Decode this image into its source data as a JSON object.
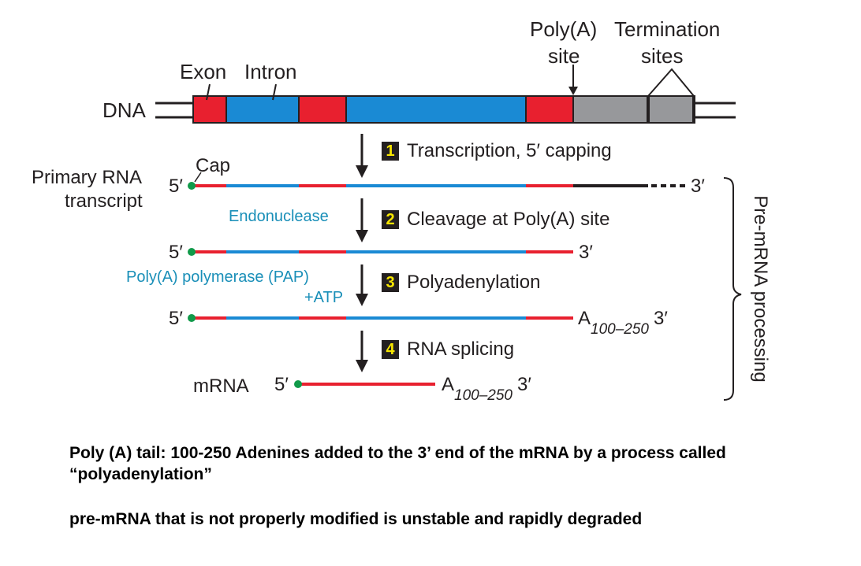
{
  "colors": {
    "exon": "#e8202f",
    "intron": "#1a8ad4",
    "downstream": "#97989b",
    "outline": "#231f20",
    "cap": "#119a4a",
    "enzyme_text": "#1a8fb8",
    "badge_bg": "#231f20",
    "badge_fg": "#f7e600"
  },
  "dna": {
    "label": "DNA",
    "exon_label": "Exon",
    "intron_label": "Intron",
    "polya_site_label_line1": "Poly(A)",
    "polya_site_label_line2": "site",
    "termination_label_line1": "Termination",
    "termination_label_line2": "sites"
  },
  "steps": [
    {
      "number": "1",
      "label": "Transcription, 5′ capping"
    },
    {
      "number": "2",
      "label": "Cleavage at Poly(A) site"
    },
    {
      "number": "3",
      "label": "Polyadenylation"
    },
    {
      "number": "4",
      "label": "RNA splicing"
    }
  ],
  "transcripts": {
    "primary_label_line1": "Primary RNA",
    "primary_label_line2": "transcript",
    "cap_label": "Cap",
    "five_prime": "5′",
    "three_prime": "3′",
    "poly_a": "A",
    "poly_a_sub": "100–250",
    "mrna_label": "mRNA"
  },
  "enzymes": {
    "endonuclease": "Endonuclease",
    "pap": "Poly(A) polymerase (PAP)",
    "atp": "+ATP"
  },
  "bracket_label": "Pre-mRNA processing",
  "captions": [
    "Poly (A) tail: 100-250 Adenines added to the 3’ end of the mRNA by a process called “polyadenylation”",
    "pre-mRNA that is not properly modified is unstable and rapidly degraded"
  ]
}
